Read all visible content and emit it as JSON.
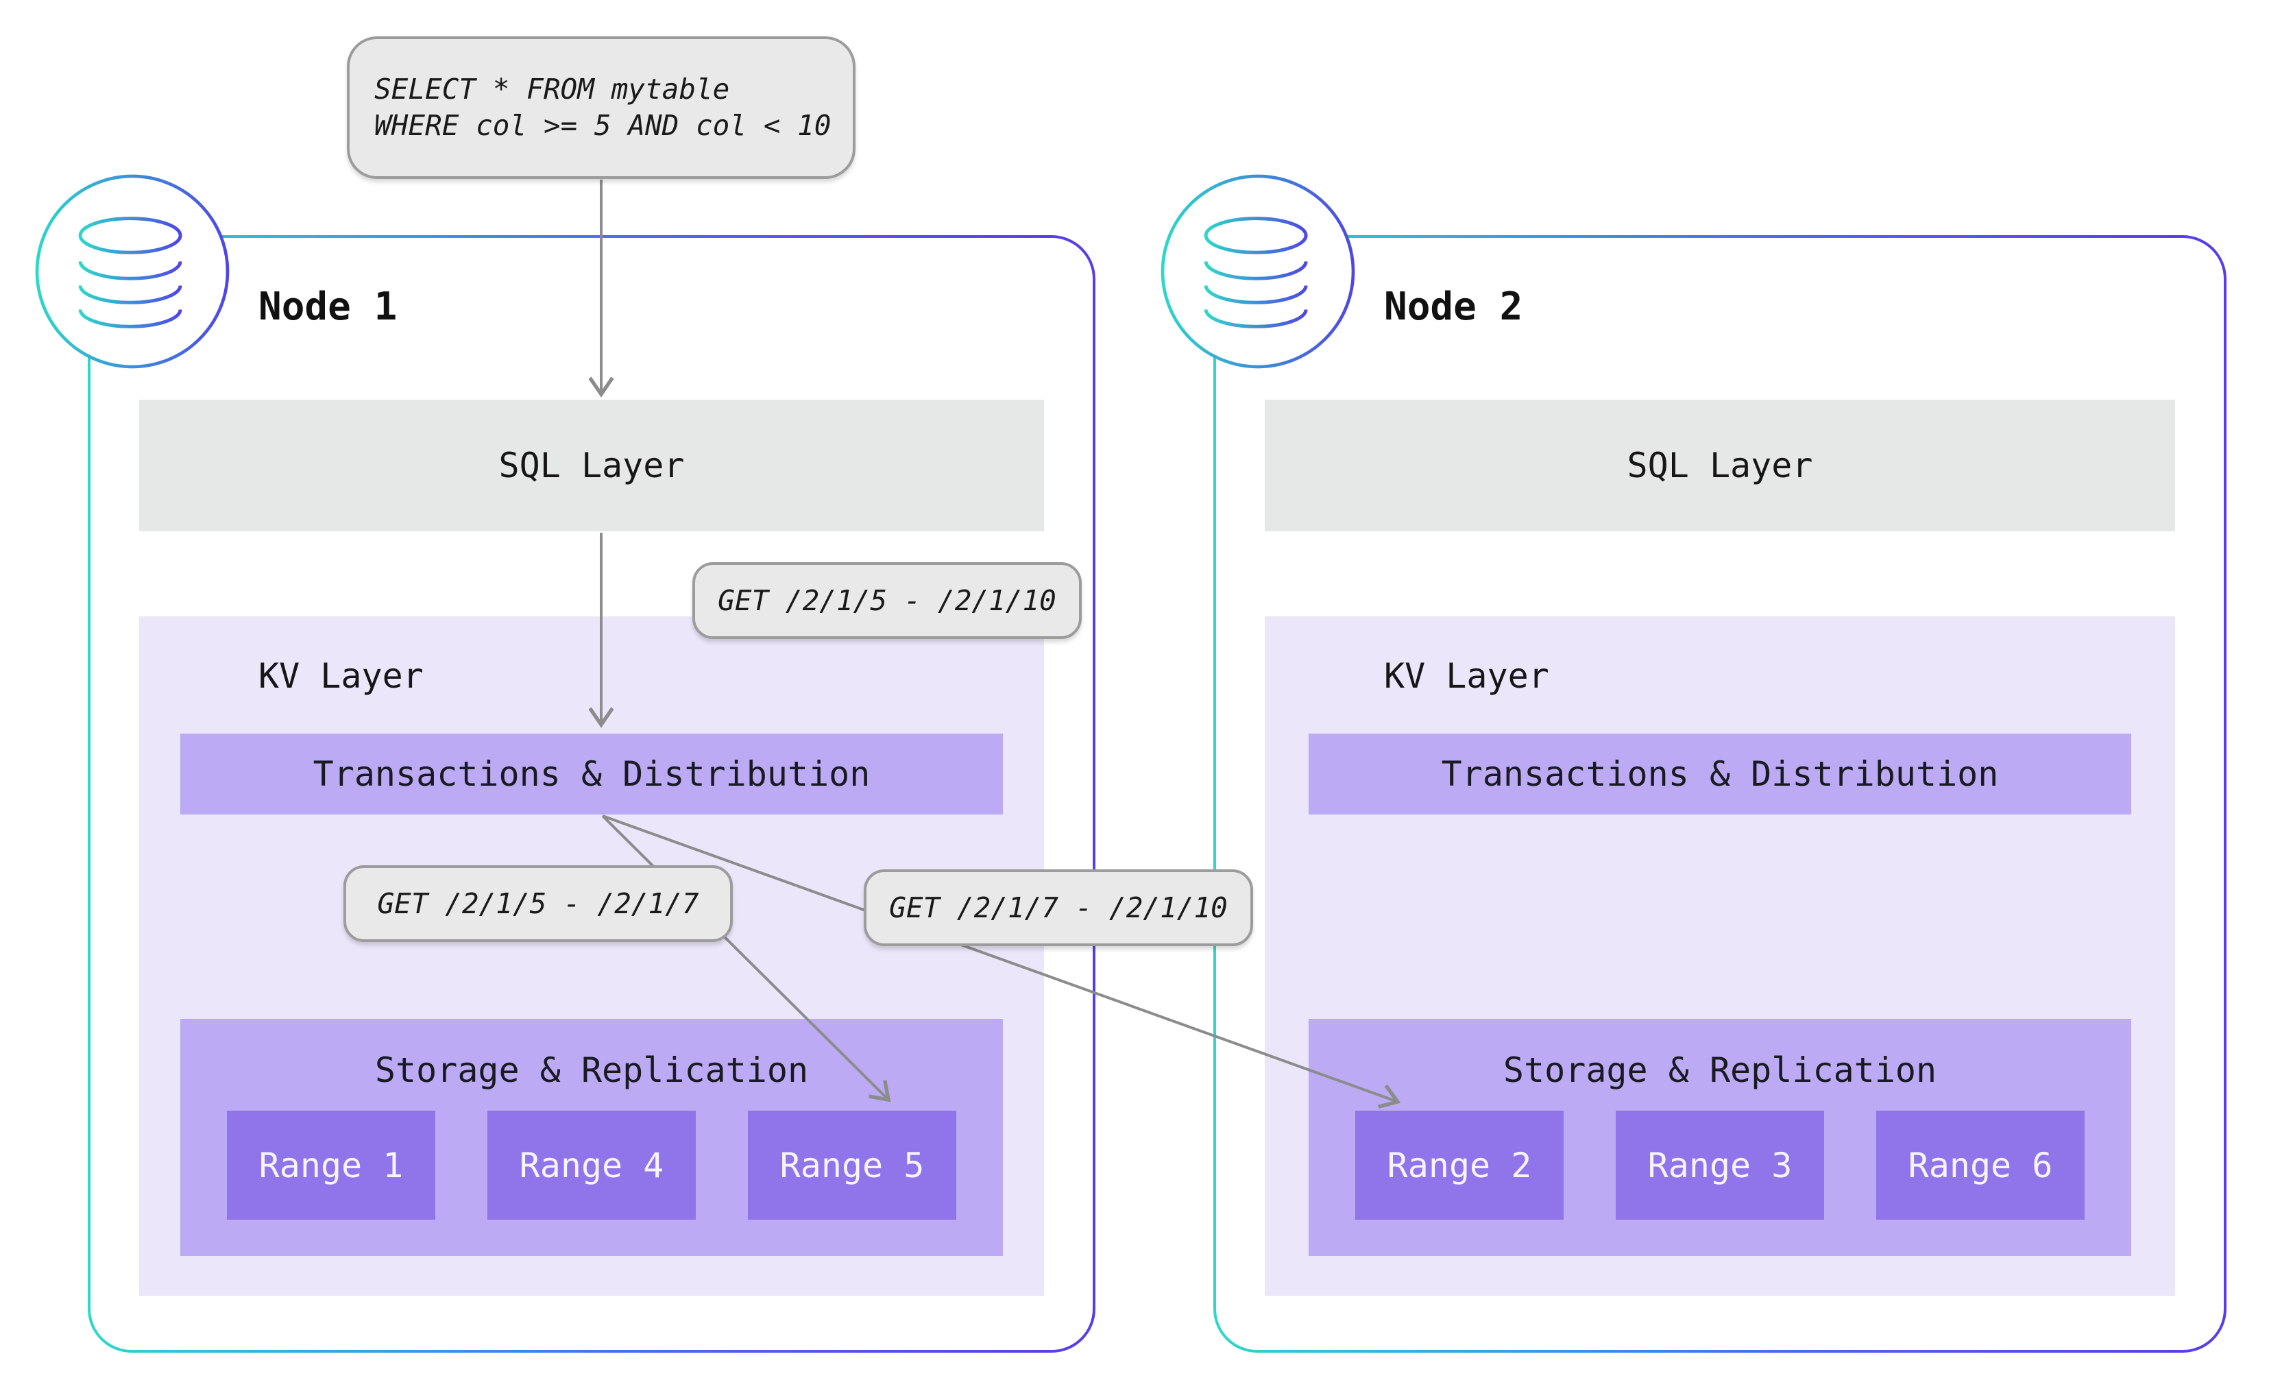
{
  "query_box": {
    "line1": "SELECT * FROM mytable",
    "line2": "WHERE col >= 5 AND col < 10"
  },
  "get_labels": {
    "full_span": "GET /2/1/5 - /2/1/10",
    "left_split": "GET /2/1/5 - /2/1/7",
    "right_split": "GET /2/1/7 - /2/1/10"
  },
  "nodes": [
    {
      "title": "Node 1",
      "sql_layer": "SQL Layer",
      "kv_layer": "KV Layer",
      "transactions": "Transactions & Distribution",
      "storage": "Storage & Replication",
      "ranges": [
        "Range 1",
        "Range 4",
        "Range 5"
      ]
    },
    {
      "title": "Node 2",
      "sql_layer": "SQL Layer",
      "kv_layer": "KV Layer",
      "transactions": "Transactions & Distribution",
      "storage": "Storage & Replication",
      "ranges": [
        "Range 2",
        "Range 3",
        "Range 6"
      ]
    }
  ],
  "icons": {
    "node_icon": "database-cylinder-icon"
  },
  "colors": {
    "node_border_teal": "#2bd8ca",
    "node_border_purple": "#5b3be9",
    "sql_layer_gray": "#e6e7e7",
    "kv_layer_lavender": "#ebe6fa",
    "sublayer_purple": "#bcaaf4",
    "range_purple": "#8f74ea",
    "range_text": "#f7f4ff",
    "label_bg": "#e8e9e8",
    "label_border": "#9c9c9c",
    "arrow_gray": "#8c8c8c",
    "text_dark": "#1a1a1a"
  }
}
